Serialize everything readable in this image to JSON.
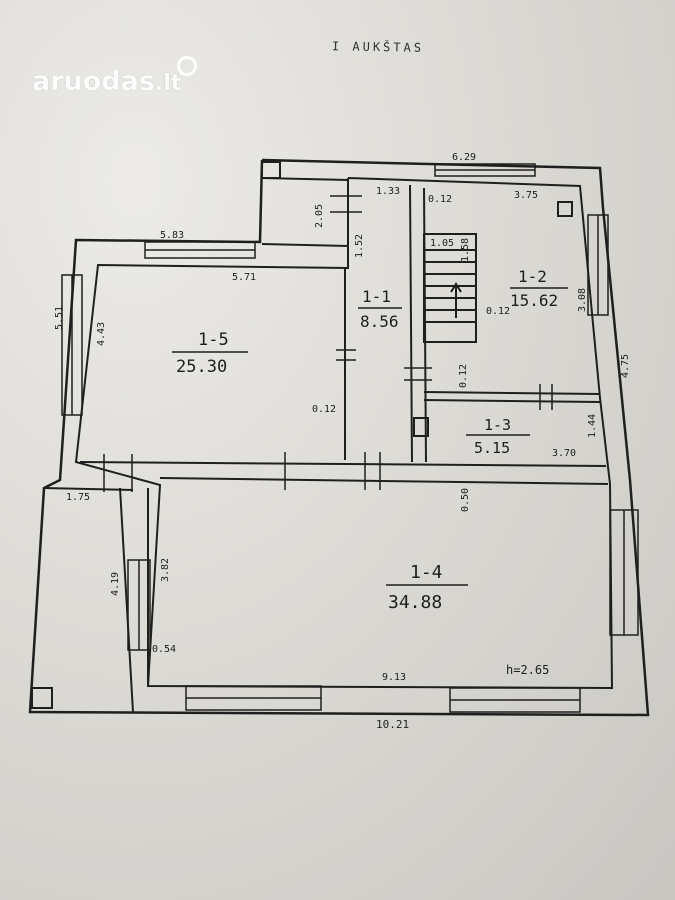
{
  "watermark": {
    "text": "aruodas",
    "tld": ".lt"
  },
  "heading": "I AUKŠTAS",
  "rooms": [
    {
      "id": "1-1",
      "area": "8.56"
    },
    {
      "id": "1-2",
      "area": "15.62"
    },
    {
      "id": "1-3",
      "area": "5.15"
    },
    {
      "id": "1-4",
      "area": "34.88"
    },
    {
      "id": "1-5",
      "area": "25.30"
    }
  ],
  "dimensions": {
    "top_total": "6.29",
    "corr_top": "1.33",
    "wall_012_top": "0.12",
    "r12_top": "3.75",
    "small_205": "2.05",
    "corr_152": "1.52",
    "left_top": "5.83",
    "r15_top": "5.71",
    "left_side": "5.51",
    "r15_side": "4.43",
    "stair_105": "1.05",
    "stair_158": "1.58",
    "r12_side": "3.08",
    "right_side": "4.75",
    "wall_012_mid": "0.12",
    "wall_012_corr": "0.12",
    "wall_012_r15": "0.12",
    "r13_side": "1.44",
    "r13_w": "3.70",
    "wall_050": "0.50",
    "left_175": "1.75",
    "r14_side": "3.82",
    "left_419": "4.19",
    "wall_054": "0.54",
    "r14_w": "9.13",
    "height": "h=2.65",
    "bottom_total": "10.21"
  }
}
